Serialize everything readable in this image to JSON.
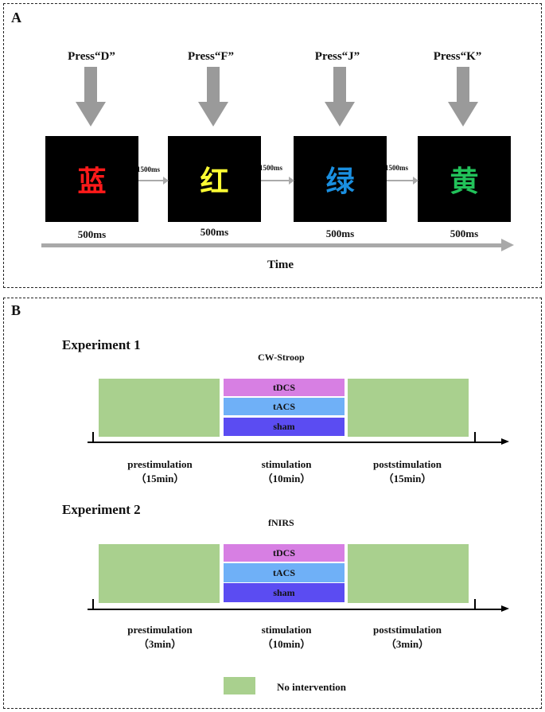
{
  "panel_a": {
    "label": "A",
    "trials": [
      {
        "press": "Press“D”",
        "character": "蓝",
        "color": "#ff1a1a",
        "duration": "500ms"
      },
      {
        "press": "Press“F”",
        "character": "红",
        "color": "#ffff33",
        "duration": "500ms"
      },
      {
        "press": "Press“J”",
        "character": "绿",
        "color": "#1a8fe0",
        "duration": "500ms"
      },
      {
        "press": "Press“K”",
        "character": "黄",
        "color": "#22c25a",
        "duration": "500ms"
      }
    ],
    "intervals": [
      "1500ms",
      "1500ms",
      "1500ms"
    ],
    "time_label": "Time"
  },
  "panel_b": {
    "label": "B",
    "experiments": [
      {
        "title": "Experiment 1",
        "task": "CW-Stroop",
        "conditions": [
          "tDCS",
          "tACS",
          "sham"
        ],
        "phases": [
          {
            "name": "prestimulation",
            "duration": "（15min）"
          },
          {
            "name": "stimulation",
            "duration": "（10min）"
          },
          {
            "name": "poststimulation",
            "duration": "（15min）"
          }
        ]
      },
      {
        "title": "Experiment 2",
        "task": "fNIRS",
        "conditions": [
          "tDCS",
          "tACS",
          "sham"
        ],
        "phases": [
          {
            "name": "prestimulation",
            "duration": "（3min）"
          },
          {
            "name": "stimulation",
            "duration": "（10min）"
          },
          {
            "name": "poststimulation",
            "duration": "（3min）"
          }
        ]
      }
    ],
    "condition_colors": {
      "tDCS": "#d77fe3",
      "tACS": "#6fb0f7",
      "sham": "#5b4cf2"
    },
    "block_color": "#a9d08e",
    "legend": {
      "label": "No intervention"
    }
  }
}
